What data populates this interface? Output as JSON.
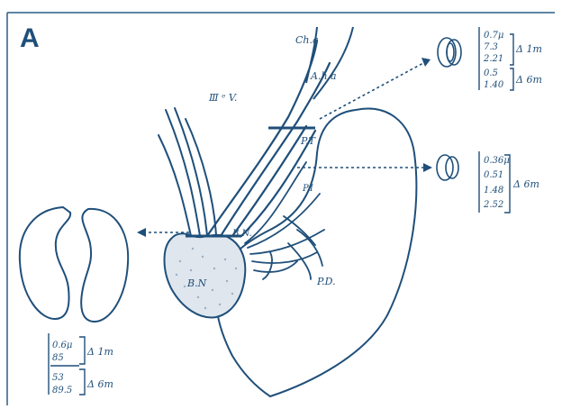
{
  "panel_label": "A",
  "labels": {
    "chorda": "Ch.a",
    "nerve_v": "Ⅲ ᵉ V.",
    "ana": "A.h.a",
    "pt": "P.T",
    "pt2": "P.I",
    "bin": "B.N",
    "bin_small": "B.N.",
    "pd": "P.D."
  },
  "annotations": {
    "upper_right": {
      "values_top": [
        "0.7μ",
        "7.3",
        "2.21"
      ],
      "delta_top": "Δ 1m",
      "values_bottom": [
        "0.5",
        "1.40"
      ],
      "delta_bottom": "Δ 6m"
    },
    "middle_right": {
      "values": [
        "0.36μ",
        "0.51",
        "1.48",
        "2.52"
      ],
      "delta": "Δ 6m"
    },
    "bottom_left": {
      "values_top": [
        "0.6μ",
        "85"
      ],
      "delta_top": "Δ 1m",
      "values_bottom": [
        "53",
        "89.5"
      ],
      "delta_bottom": "Δ 6m"
    }
  },
  "colors": {
    "ink": "#1f4f7a",
    "fill_gland": "#dfe6ee",
    "border": "#2a5d86"
  }
}
